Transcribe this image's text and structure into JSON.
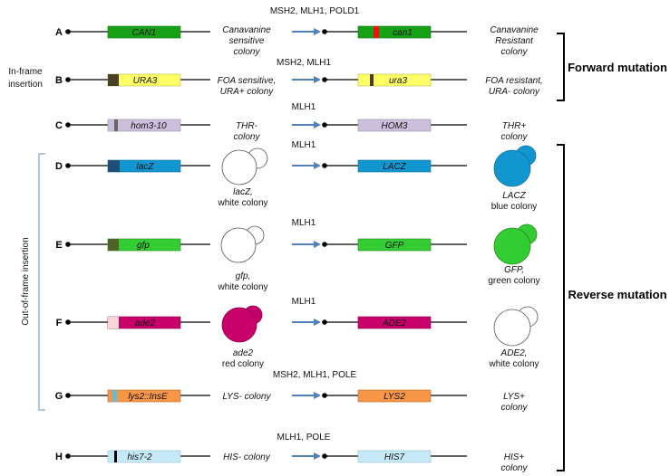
{
  "colors": {
    "arrow": "#4f81bd",
    "bracket_blue": "#7fa7d0",
    "can1_green": "#16a116",
    "can1_red": "#ee1111",
    "ura3_yellow": "#ffff66",
    "ura3_dark": "#4a3f28",
    "hom3_lilac": "#cbbfdc",
    "hom3_mark": "#666666",
    "lacz_blue": "#1296cf",
    "lacz_dark": "#1f4e79",
    "gfp_green": "#33cc33",
    "gfp_dark": "#4f6228",
    "ade2_magenta": "#c8006a",
    "ade2_pink": "#f7d6d6",
    "lys2_orange": "#f79646",
    "lys2_cyan": "#5bc0de",
    "his7_light": "#c6e9f8",
    "his7_mark": "#000000"
  },
  "side_labels": {
    "in_frame": [
      "In-frame",
      "insertion"
    ],
    "out_of_frame": "Out-of-frame insertion",
    "forward": "Forward mutation",
    "reverse": "Reverse mutation"
  },
  "rows": [
    {
      "letter": "A",
      "gene_before": "CAN1",
      "gene_after": "can1",
      "desc_before": [
        "Canavanine",
        "sensitive",
        "colony"
      ],
      "proteins": "MSH2, MLH1, POLD1",
      "desc_after": [
        "Canavanine",
        "Resistant",
        "colony"
      ]
    },
    {
      "letter": "B",
      "gene_before": "URA3",
      "gene_after": "ura3",
      "desc_before": [
        "FOA sensitive,",
        "URA+ colony"
      ],
      "proteins": "MSH2, MLH1",
      "desc_after": [
        "FOA resistant,",
        "URA- colony"
      ]
    },
    {
      "letter": "C",
      "gene_before": "hom3-10",
      "gene_after": "HOM3",
      "desc_before": [
        "THR-",
        "colony"
      ],
      "proteins": "MLH1",
      "desc_after": [
        "THR+",
        "colony"
      ]
    },
    {
      "letter": "D",
      "gene_before": "lacZ",
      "gene_after": "LACZ",
      "desc_before": [
        "lacZ,",
        "white colony"
      ],
      "proteins": "MLH1",
      "desc_after": [
        "LACZ",
        "blue colony"
      ]
    },
    {
      "letter": "E",
      "gene_before": "gfp",
      "gene_after": "GFP",
      "desc_before": [
        "gfp,",
        "white colony"
      ],
      "proteins": "MLH1",
      "desc_after": [
        "GFP,",
        "green colony"
      ]
    },
    {
      "letter": "F",
      "gene_before": "ade2",
      "gene_after": "ADE2",
      "desc_before": [
        "ade2",
        "red colony"
      ],
      "proteins": "MLH1",
      "desc_after": [
        "ADE2,",
        "white colony"
      ]
    },
    {
      "letter": "G",
      "gene_before": "lys2::InsE",
      "gene_after": "LYS2",
      "desc_before": [
        "LYS- colony"
      ],
      "proteins": "MSH2, MLH1, POLE",
      "desc_after": [
        "LYS+",
        "colony"
      ]
    },
    {
      "letter": "H",
      "gene_before": "his7-2",
      "gene_after": "HIS7",
      "desc_before": [
        "HIS- colony"
      ],
      "proteins": "MLH1, POLE",
      "desc_after": [
        "HIS+",
        "colony"
      ]
    }
  ]
}
